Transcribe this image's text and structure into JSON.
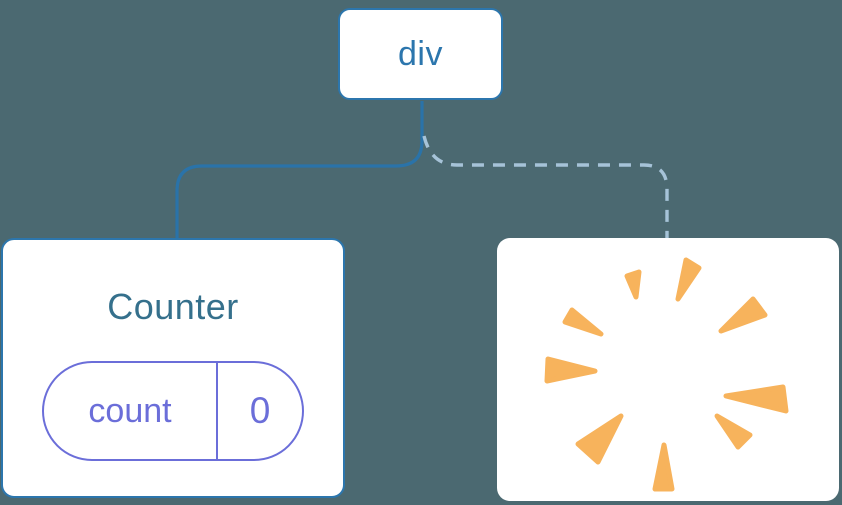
{
  "diagram": {
    "root": {
      "label": "div"
    },
    "counter": {
      "title": "Counter",
      "state": {
        "key": "count",
        "value": "0"
      }
    },
    "removed": {
      "icon": "poof-burst"
    },
    "edges": [
      {
        "name": "div-to-counter",
        "style": "solid"
      },
      {
        "name": "div-to-removed",
        "style": "dashed"
      }
    ]
  },
  "colors": {
    "bg": "#4b6971",
    "card": "#ffffff",
    "node-blue": "#2c76ad",
    "title-teal": "#35708c",
    "pill-purple": "#6b6ed9",
    "edge-solid": "#2a73a9",
    "edge-dashed": "#a6c3d8",
    "poof-orange": "#f7b35c"
  }
}
